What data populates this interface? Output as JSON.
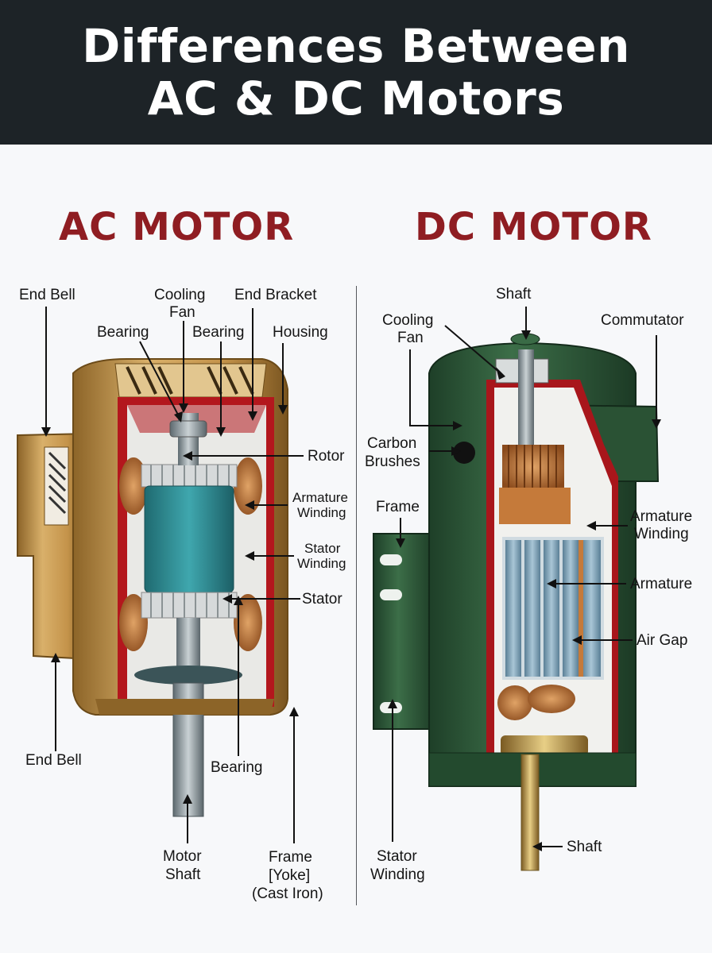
{
  "header": {
    "title_line1": "Differences Between",
    "title_line2": "AC & DC Motors"
  },
  "ac_motor": {
    "title": "AC MOTOR",
    "labels": {
      "end_bell_top": "End Bell",
      "cooling_fan_1": "Cooling",
      "cooling_fan_2": "Fan",
      "end_bracket": "End Bracket",
      "bearing_left": "Bearing",
      "bearing_right": "Bearing",
      "housing": "Housing",
      "rotor": "Rotor",
      "armature_winding_1": "Armature",
      "armature_winding_2": "Winding",
      "stator_winding_1": "Stator",
      "stator_winding_2": "Winding",
      "stator": "Stator",
      "end_bell_bottom": "End Bell",
      "bearing_bottom": "Bearing",
      "motor_shaft_1": "Motor",
      "motor_shaft_2": "Shaft",
      "frame_1": "Frame",
      "frame_2": "[Yoke]",
      "frame_3": "(Cast Iron)"
    }
  },
  "dc_motor": {
    "title": "DC MOTOR",
    "labels": {
      "shaft_top": "Shaft",
      "cooling_fan_1": "Cooling",
      "cooling_fan_2": "Fan",
      "commutator": "Commutator",
      "carbon_brushes_1": "Carbon",
      "carbon_brushes_2": "Brushes",
      "frame": "Frame",
      "armature_winding_1": "Armature",
      "armature_winding_2": "Winding",
      "armature": "Armature",
      "air_gap": "Air Gap",
      "stator_winding_1": "Stator",
      "stator_winding_2": "Winding",
      "shaft_bottom": "Shaft"
    }
  },
  "colors": {
    "header_bg": "#1d2327",
    "title_red": "#8f1d22",
    "ac_housing_gold": "#c99a4e",
    "ac_cutaway_red": "#b3171d",
    "ac_rotor_teal": "#2e8c94",
    "dc_housing_green": "#2f5b3b",
    "dc_cutaway_red": "#a8161b",
    "copper": "#b8692f"
  },
  "icons": [
    "arrow-pointer"
  ]
}
